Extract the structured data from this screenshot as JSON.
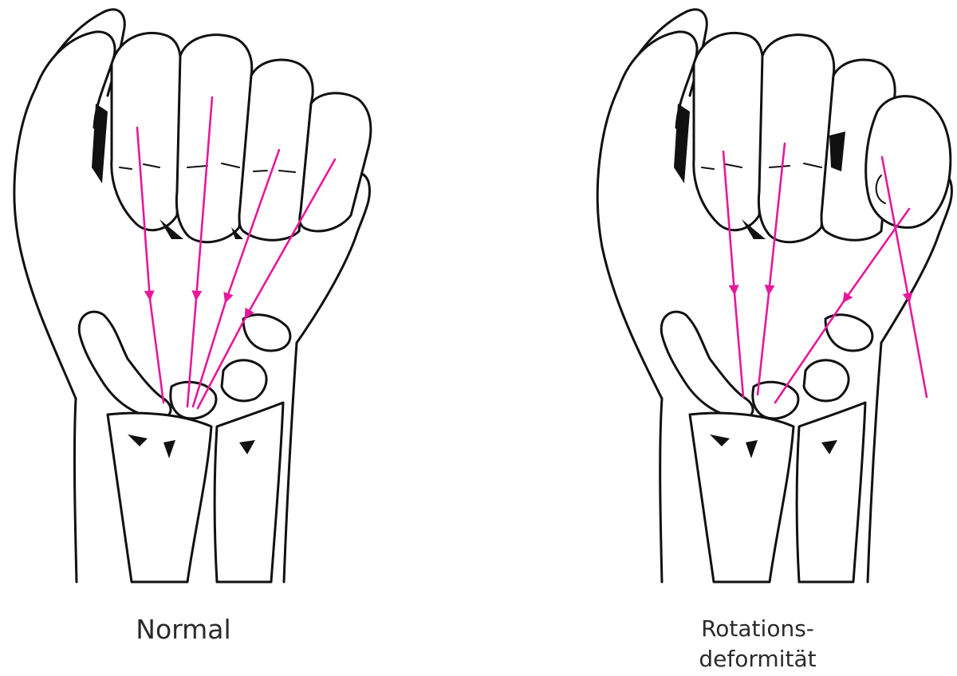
{
  "panels": [
    {
      "caption": "Normal",
      "arrow_color": "#e5199a"
    },
    {
      "caption_line1": "Rotations-",
      "caption_line2": "deformität",
      "arrow_color": "#e5199a"
    }
  ]
}
